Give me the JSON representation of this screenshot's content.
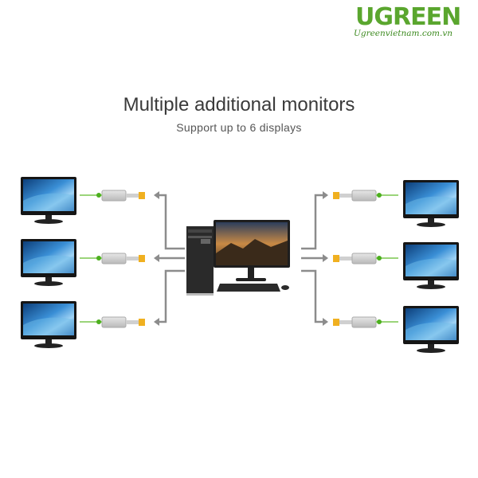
{
  "brand": {
    "logo_text": "UGREEN",
    "website": "Ugreenvietnam.com.vn",
    "color": "#5aa62e"
  },
  "headline": {
    "title": "Multiple additional monitors",
    "subtitle": "Support up to 6 displays"
  },
  "diagram": {
    "display_count": 6,
    "left_monitors": [
      "monitor",
      "monitor",
      "monitor"
    ],
    "right_monitors": [
      "monitor",
      "monitor",
      "monitor"
    ],
    "colors": {
      "cable": "#8c8c8c",
      "adapter": "#cfcfcf",
      "led": "#4caf1e",
      "screen": "#3a8fd6"
    }
  }
}
